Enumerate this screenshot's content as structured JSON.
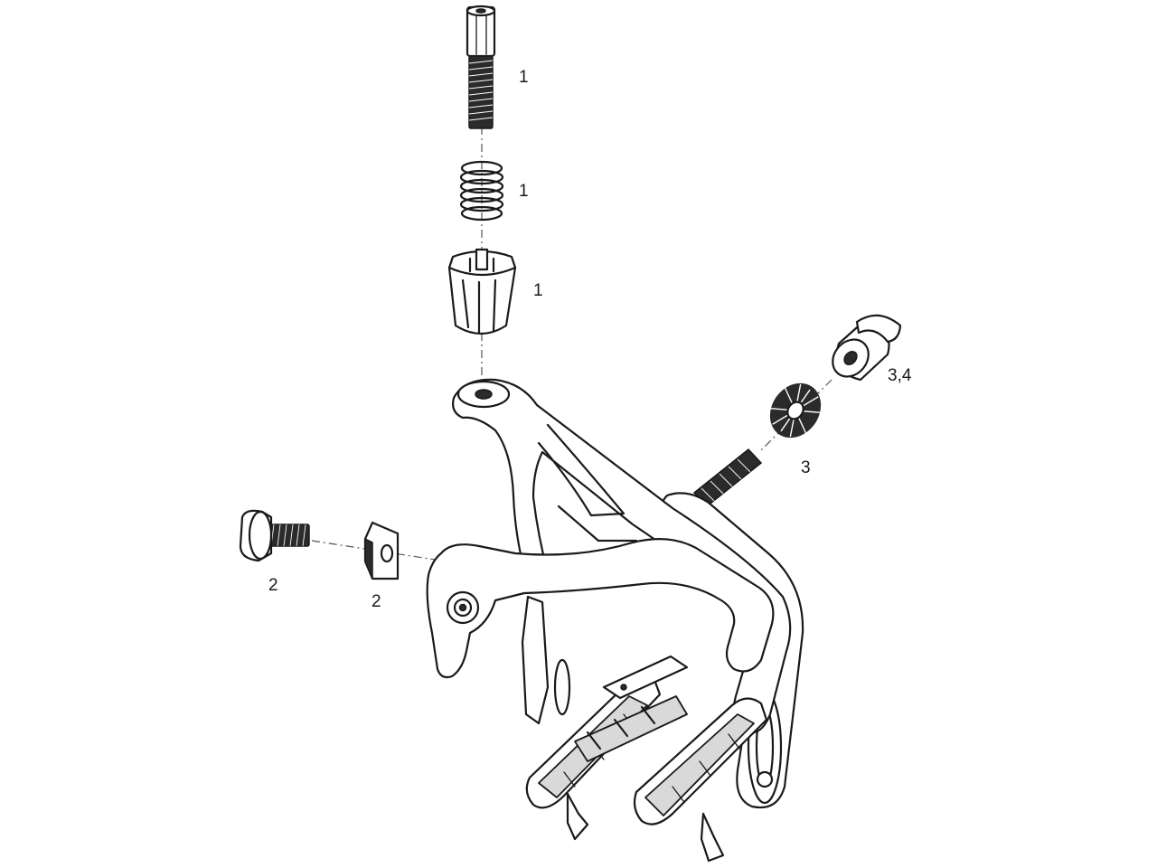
{
  "labels": {
    "barrel_adjuster": "1",
    "spring": "1",
    "adjuster_nut": "1",
    "brake_nut": "3,4",
    "toothed_washer": "3",
    "pad_fixing_bolt": "2",
    "pad_washer": "2"
  },
  "colors": {
    "line": "#1a1a1a",
    "pad": "#d9d9d9",
    "thread": "#2b2b2b"
  }
}
